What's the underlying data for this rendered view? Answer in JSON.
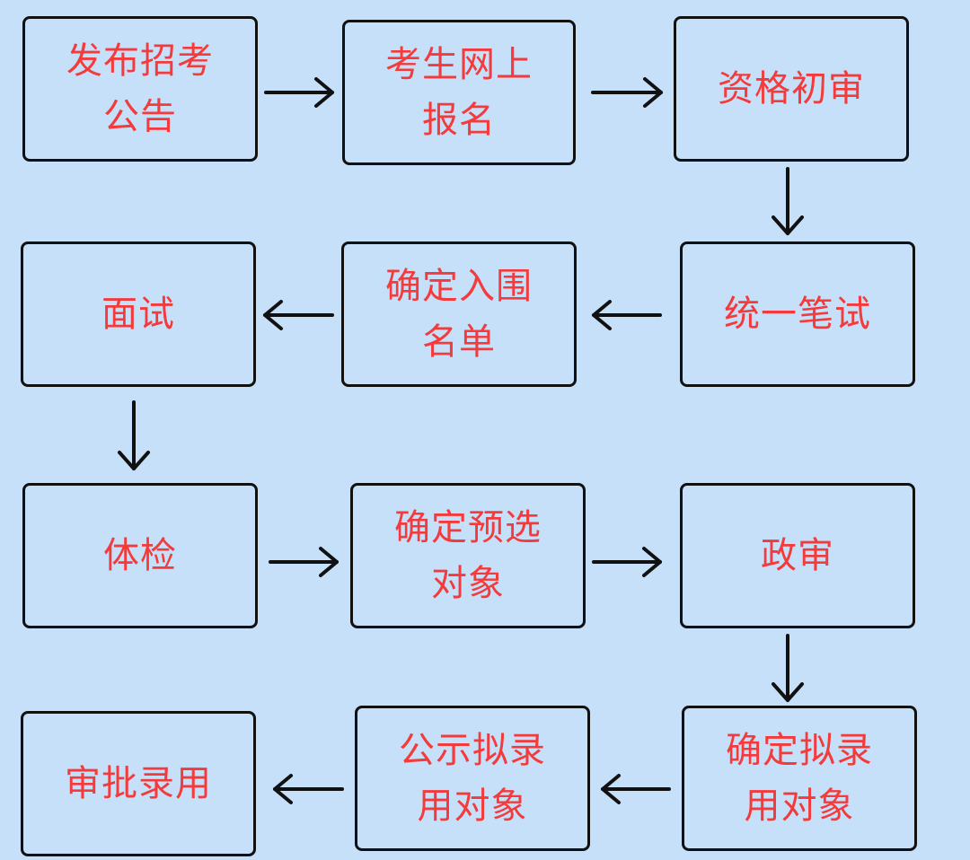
{
  "colors": {
    "background": "#c6e0fa",
    "text": "#f43a3a",
    "border": "#111111",
    "arrow": "#111111"
  },
  "steps": [
    "发布招考\n公告",
    "考生网上\n报名",
    "资格初审",
    "统一笔试",
    "确定入围\n名单",
    "面试",
    "体检",
    "确定预选\n对象",
    "政审",
    "确定拟录\n用对象",
    "公示拟录\n用对象",
    "审批录用"
  ],
  "arrow_icon": "arrow-icon"
}
